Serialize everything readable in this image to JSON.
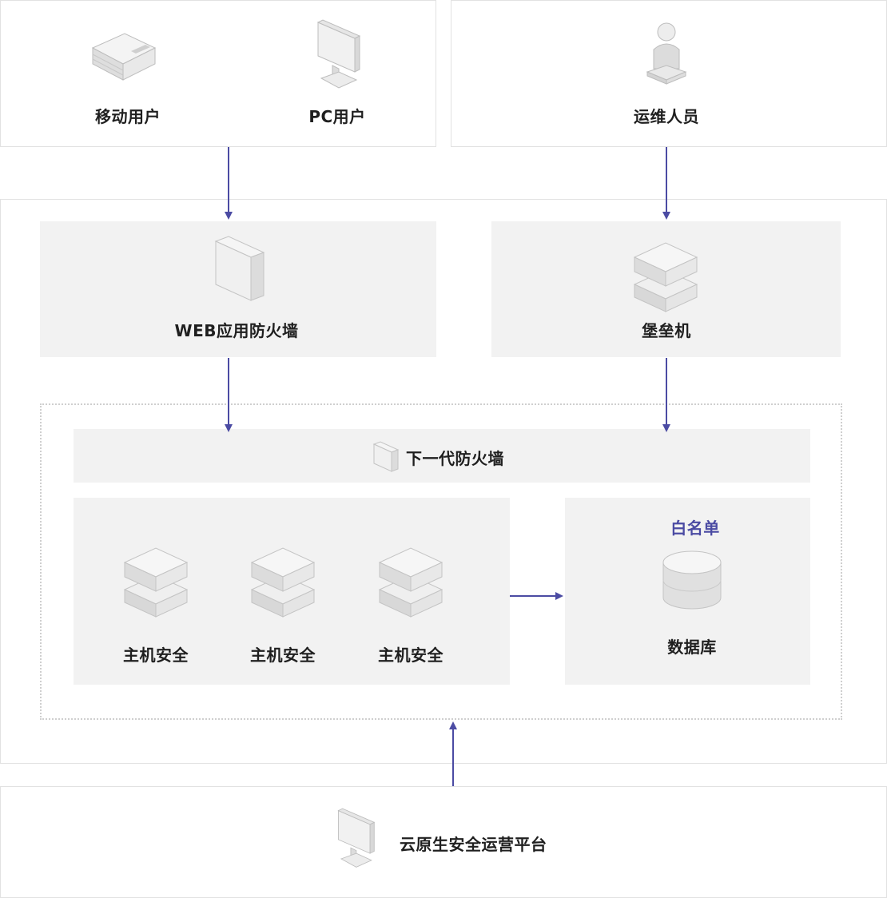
{
  "users": {
    "mobile_user": "移动用户",
    "pc_user": "PC用户",
    "ops_staff": "运维人员"
  },
  "gateways": {
    "waf": "WEB应用防火墙",
    "bastion": "堡垒机"
  },
  "ngfw": "下一代防火墙",
  "hosts": [
    "主机安全",
    "主机安全",
    "主机安全"
  ],
  "whitelist": {
    "title": "白名单",
    "database": "数据库"
  },
  "platform": "云原生安全运营平台",
  "colors": {
    "arrow": "#4b4ba3",
    "panel_grey": "#f2f2f2",
    "panel_border": "#e2e2e2",
    "accent_text": "#4b4ba3"
  }
}
